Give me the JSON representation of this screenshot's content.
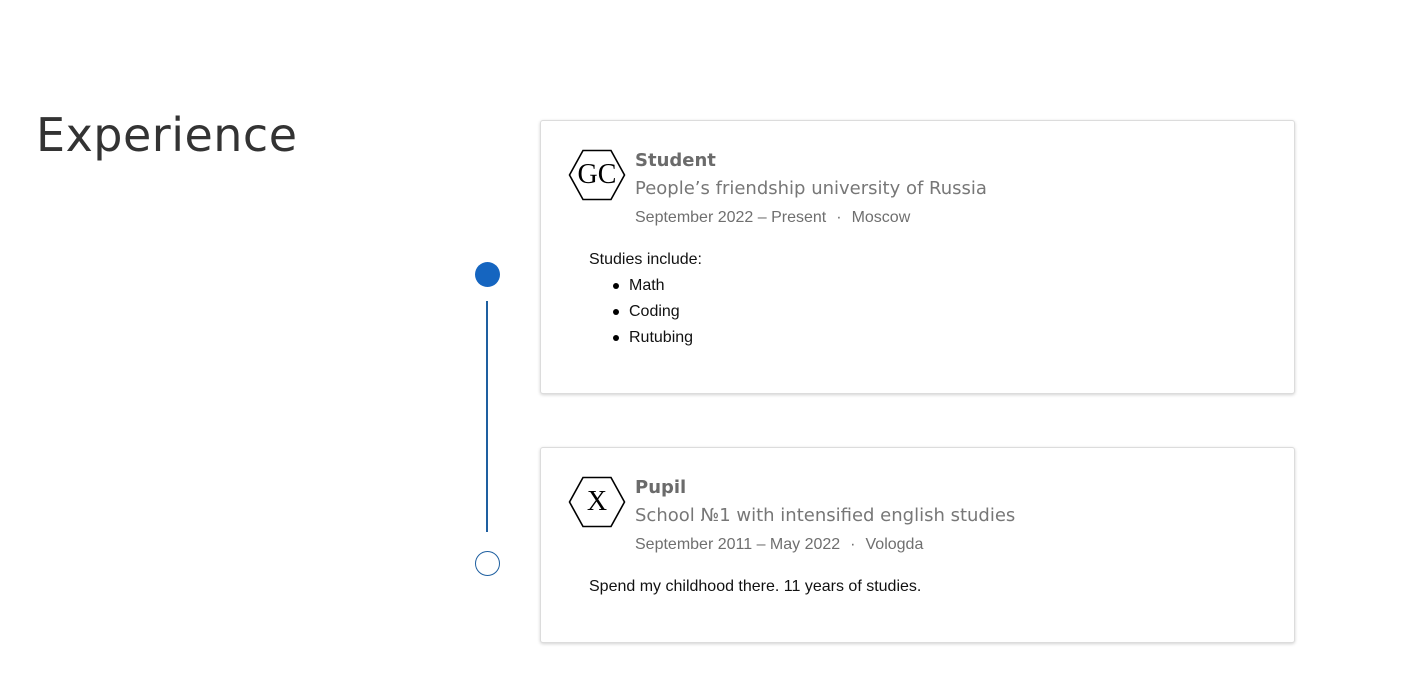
{
  "section": {
    "title": "Experience"
  },
  "experience": [
    {
      "logo_text": "GC",
      "role": "Student",
      "organization": "People’s friendship university of Russia",
      "period": "September 2022 – Present",
      "location": "Moscow",
      "separator": "·",
      "description": "Studies include:",
      "items": [
        "Math",
        "Coding",
        "Rutubing"
      ]
    },
    {
      "logo_text": "X",
      "role": "Pupil",
      "organization": "School №1 with intensified english studies",
      "period": "September 2011 – May 2022",
      "location": "Vologda",
      "separator": "·",
      "description": "Spend my childhood there. 11 years of studies."
    }
  ],
  "colors": {
    "accent": "#1565c0",
    "timeline_line": "#1e5fa0",
    "title_text": "#333333",
    "muted_text": "#6f6f6f"
  }
}
